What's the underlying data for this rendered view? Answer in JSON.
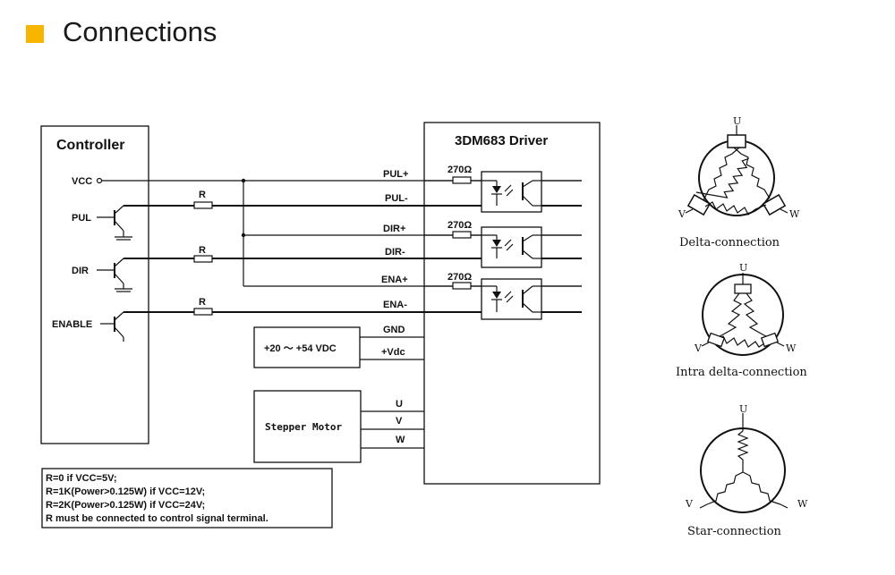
{
  "header": {
    "title": "Connections",
    "accent_color": "#f7b500"
  },
  "diagram": {
    "controller": {
      "title": "Controller",
      "vcc": "VCC",
      "pul": "PUL",
      "dir": "DIR",
      "enable": "ENABLE"
    },
    "resistor_label": "R",
    "resistor_value": "270Ω",
    "driver": {
      "title": "3DM683 Driver",
      "pins": [
        "PUL+",
        "PUL-",
        "DIR+",
        "DIR-",
        "ENA+",
        "ENA-",
        "GND",
        "+Vdc",
        "U",
        "V",
        "W"
      ]
    },
    "power_supply": {
      "label": "+20 ～ +54 VDC"
    },
    "motor": {
      "label": "Stepper Motor"
    },
    "notes": [
      "R=0 if VCC=5V;",
      "R=1K(Power>0.125W) if VCC=12V;",
      "R=2K(Power>0.125W) if VCC=24V;",
      "R must be connected to control signal terminal."
    ]
  },
  "windings": {
    "delta": {
      "caption": "Delta-connection",
      "u": "U",
      "v": "V",
      "w": "W"
    },
    "intra_delta": {
      "caption": "Intra delta-connection",
      "u": "U",
      "v": "V",
      "w": "W"
    },
    "star": {
      "caption": "Star-connection",
      "u": "U",
      "v": "V",
      "w": "W"
    }
  }
}
